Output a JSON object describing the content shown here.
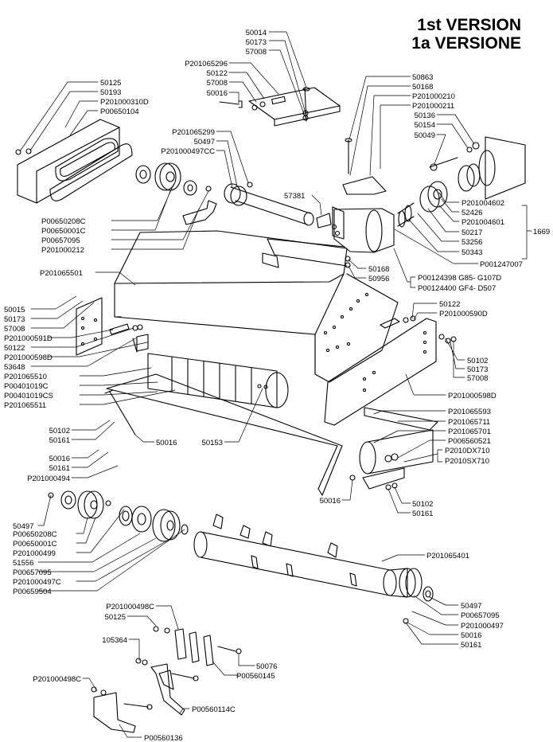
{
  "title": {
    "line1": "1st VERSION",
    "line2": "1a VERSIONE"
  },
  "group_label": "1669",
  "labels": {
    "a": "50014",
    "b": "50173",
    "c": "57008",
    "d": "P201065296",
    "e": "50122",
    "f": "57008",
    "g": "50016",
    "h": "50125",
    "i": "50193",
    "j": "P201000310D",
    "k": "P00650104",
    "l": "P201065299",
    "m": "50497",
    "n": "P201000497CC",
    "o": "50863",
    "p": "50168",
    "q": "P201000210",
    "r": "P201000211",
    "s": "50136",
    "t": "50154",
    "u": "50049",
    "v": "57381",
    "w": "P201004602",
    "x": "52426",
    "y": "P201004601",
    "z": "50217",
    "aa": "53256",
    "ab": "50343",
    "ac": "P00650208C",
    "ad": "P00650001C",
    "ae": "P00657095",
    "af": "P201000212",
    "ag": "P001247007",
    "ah": "50168",
    "ai": "50956",
    "aj": "P00124398 G85- G107D",
    "ak": "P00124400 GF4- D507",
    "al": "P201065501",
    "am": "50015",
    "an": "50173",
    "ao": "57008",
    "ap": "P201000591D",
    "aq": "50122",
    "ar": "P201000598D",
    "as": "53648",
    "at": "P201065510",
    "au": "P00401019C",
    "av": "P00401019CS",
    "aw": "P201065511",
    "ax": "50122",
    "ay": "P201000590D",
    "az": "50102",
    "ba": "50173",
    "bb": "57008",
    "bc": "P201000598D",
    "bd": "P201065593",
    "be": "P201065711",
    "bf": "P201065701",
    "bg": "P006560521",
    "bh": "P2010DX710",
    "bi": "P2010SX710",
    "bj": "50102",
    "bk": "50161",
    "bl": "50016",
    "bm": "50153",
    "bn": "50016",
    "bo": "50161",
    "bp": "P201000494",
    "bq": "50016",
    "br": "50102",
    "bs": "50161",
    "bt": "50497",
    "bu": "P00650208C",
    "bv": "P00650001C",
    "bw": "P201000499",
    "bx": "51556",
    "by": "P00657095",
    "bz": "P201000497C",
    "ca": "P00659504",
    "cb": "P201065401",
    "cc": "50497",
    "cd": "P00657095",
    "ce": "P201000497",
    "cf": "50016",
    "cg": "50161",
    "ch": "P201000498C",
    "ci": "50125",
    "cj": "105364",
    "ck": "50076",
    "cl": "P00560145",
    "cm": "P201000498C",
    "cn": "P00560114C",
    "co": "P00560136"
  }
}
